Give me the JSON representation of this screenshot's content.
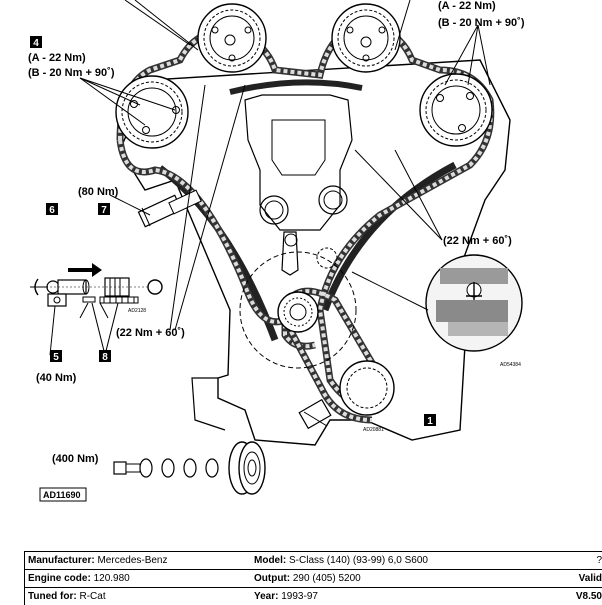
{
  "callouts": {
    "n1": "1",
    "n4": "4",
    "n5": "5",
    "n6": "6",
    "n7": "7",
    "n8": "8"
  },
  "torques": {
    "top_right_a": "(A - 22 Nm)",
    "top_right_b": "(B - 20 Nm + 90˚)",
    "left_a": "(A - 22 Nm)",
    "left_b": "(B - 20 Nm + 90˚)",
    "t80": "(80 Nm)",
    "t22_right": "(22 Nm + 60˚)",
    "t22_left": "(22 Nm + 60˚)",
    "t40": "(40 Nm)",
    "t400": "(400 Nm)"
  },
  "figure_codes": {
    "main": "AD20881",
    "inset": "AD54384",
    "small": "AD2128",
    "boxed": "AD11690"
  },
  "info": {
    "manufacturer_label": "Manufacturer:",
    "manufacturer_value": "Mercedes-Benz",
    "model_label": "Model:",
    "model_value": "S-Class (140) (93-99) 6,0 S600",
    "col3_row1": "?",
    "engine_label": "Engine code:",
    "engine_value": "120.980",
    "output_label": "Output:",
    "output_value": "290 (405) 5200",
    "col3_row2": "Valid",
    "tuned_label": "Tuned for:",
    "tuned_value": "R-Cat",
    "year_label": "Year:",
    "year_value": "1993-97",
    "col3_row3": "V8.50"
  }
}
